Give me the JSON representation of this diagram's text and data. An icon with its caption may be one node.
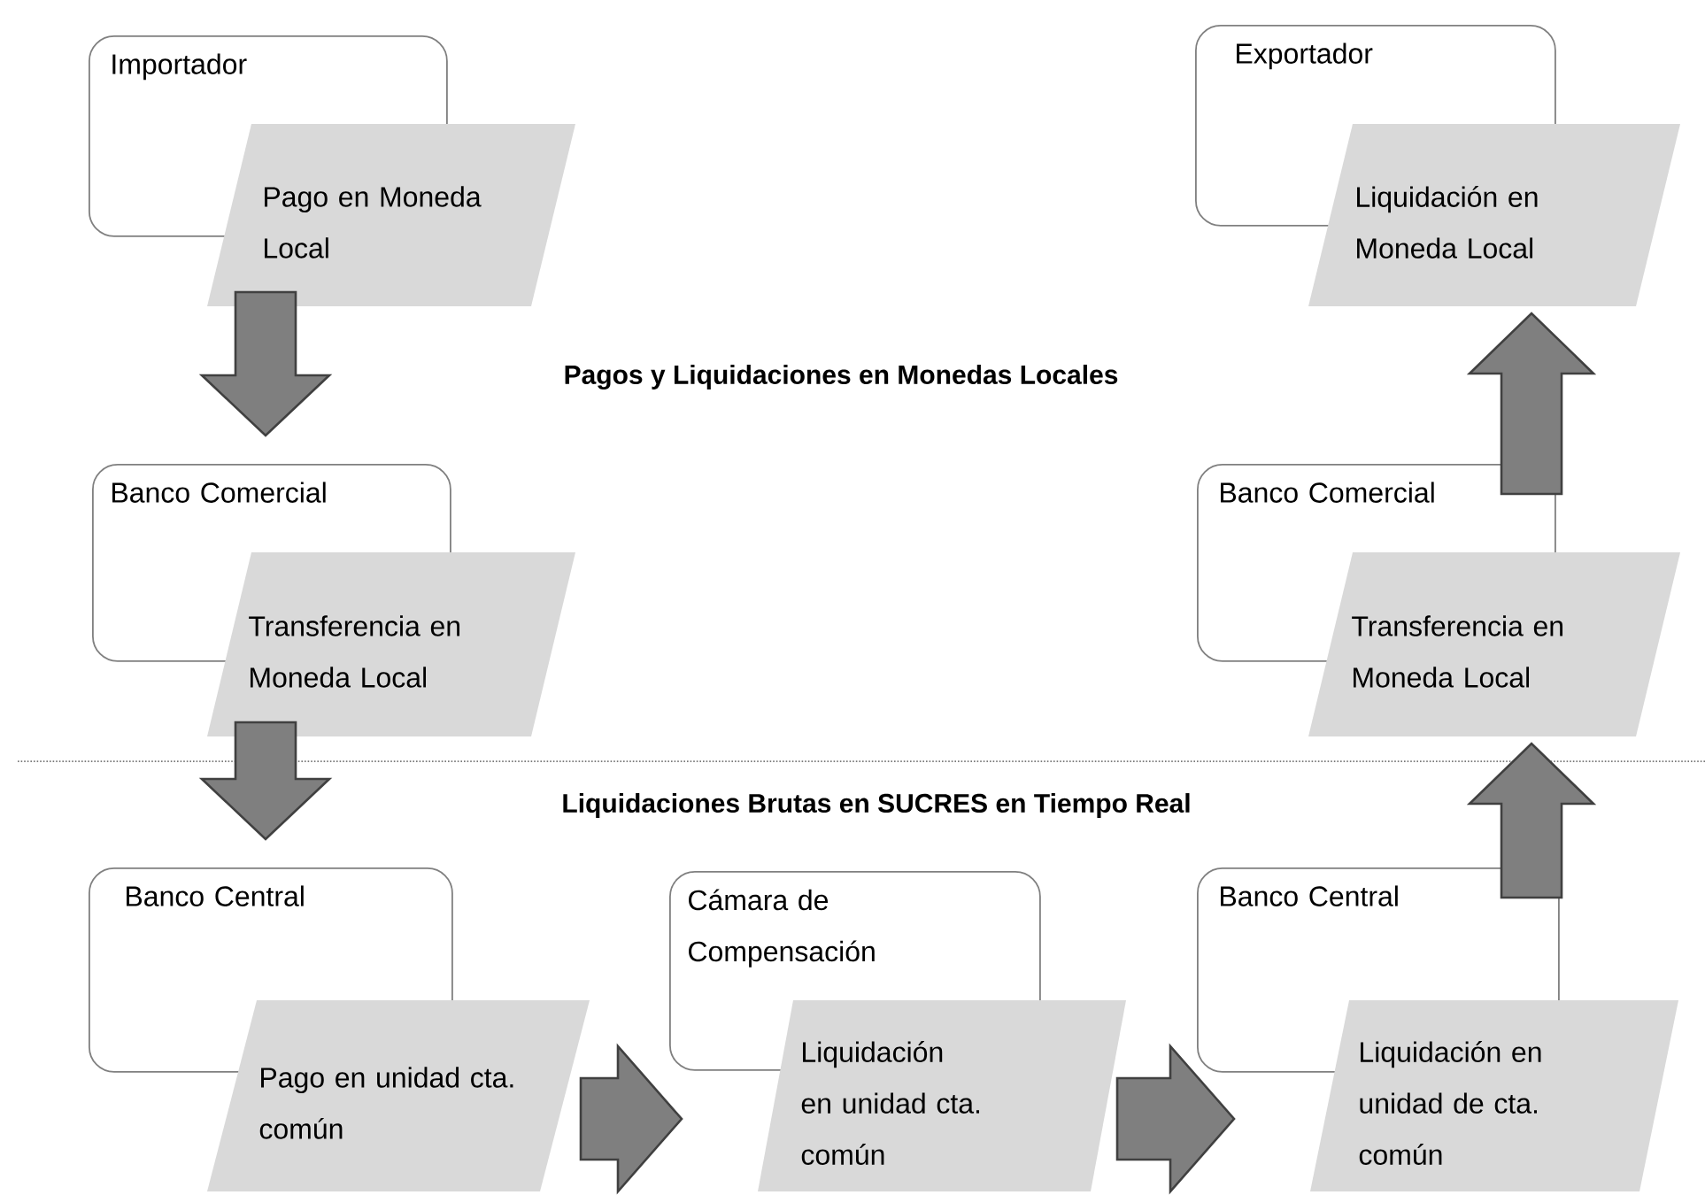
{
  "diagram": {
    "nodes": [
      {
        "text": [
          "Importador"
        ]
      },
      {
        "text": [
          "Pago en Moneda Local"
        ]
      },
      {
        "text": [
          "Exportador"
        ]
      },
      {
        "text": [
          "Liquidación en Moneda Local"
        ]
      },
      {
        "text": [
          "Banco Comercial"
        ]
      },
      {
        "text": [
          "Transferencia en Moneda Local"
        ]
      },
      {
        "text": [
          "Banco Comercial"
        ]
      },
      {
        "text": [
          "Transferencia en Moneda Local"
        ]
      },
      {
        "text": [
          "Banco Central"
        ]
      },
      {
        "text": [
          "Pago en unidad cta. común"
        ]
      },
      {
        "text": [
          "Cámara de Compensación"
        ]
      },
      {
        "text": [
          "Liquidación en unidad cta. común"
        ]
      },
      {
        "text": [
          "Banco Central"
        ]
      },
      {
        "text": [
          "Liquidación en unidad de cta. común"
        ]
      }
    ],
    "edges": [
      {
        "from": 1,
        "to": 4,
        "arrow": "to"
      },
      {
        "from": 5,
        "to": 8,
        "arrow": "to"
      },
      {
        "from": 9,
        "to": 11,
        "arrow": "to"
      },
      {
        "from": 11,
        "to": 13,
        "arrow": "to"
      },
      {
        "from": 12,
        "to": 7,
        "arrow": "to"
      },
      {
        "from": 6,
        "to": 3,
        "arrow": "to"
      }
    ],
    "labels": [
      "Pagos y Liquidaciones en Monedas Locales",
      "Liquidaciones Brutas en SUCRES en Tiempo Real"
    ]
  }
}
